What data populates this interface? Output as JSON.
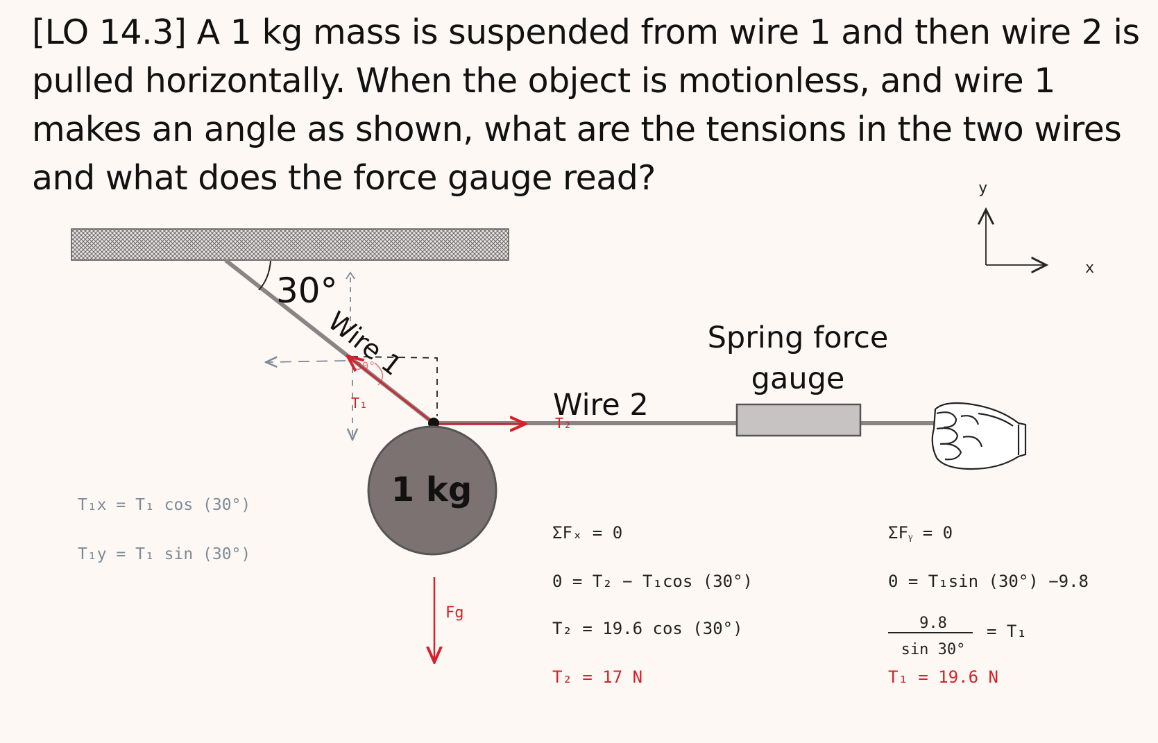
{
  "question": "[LO 14.3] A 1 kg mass is suspended from wire 1 and then wire 2 is pulled horizontally. When the object is motionless, and wire 1 makes an angle as shown, what are the tensions in the two wires and what does the force gauge read?",
  "axes": {
    "y": "y",
    "x": "x"
  },
  "labels": {
    "angle": "30°",
    "wire1": "Wire 1",
    "wire2": "Wire 2",
    "gauge_line1": "Spring force",
    "gauge_line2": "gauge",
    "mass": "1 kg",
    "small_angle": "30°",
    "t1": "T₁",
    "t2": "T₂",
    "fg": "Fg"
  },
  "components": {
    "t1x": "T₁x = T₁ cos (30°)",
    "t1y": "T₁y = T₁ sin (30°)"
  },
  "x_equations": {
    "sum": "ΣFₓ = 0",
    "eq1": "0 = T₂ − T₁cos (30°)",
    "eq2": "T₂ = 19.6 cos (30°)",
    "result": "T₂ = 17 N"
  },
  "y_equations": {
    "sum": "ΣFᵧ = 0",
    "eq1": "0 = T₁sin (30°) −9.8",
    "numerator": "9.8",
    "denominator": "sin 30°",
    "rhs": "= T₁",
    "result": "T₁ = 19.6 N"
  },
  "colors": {
    "background": "#fdf8f3",
    "annotation_red": "#d6202a",
    "annotation_gray": "#7c8a99",
    "wire": "#8a8585",
    "mass_fill": "#7c7272",
    "gauge_fill": "#c8c3c3"
  }
}
